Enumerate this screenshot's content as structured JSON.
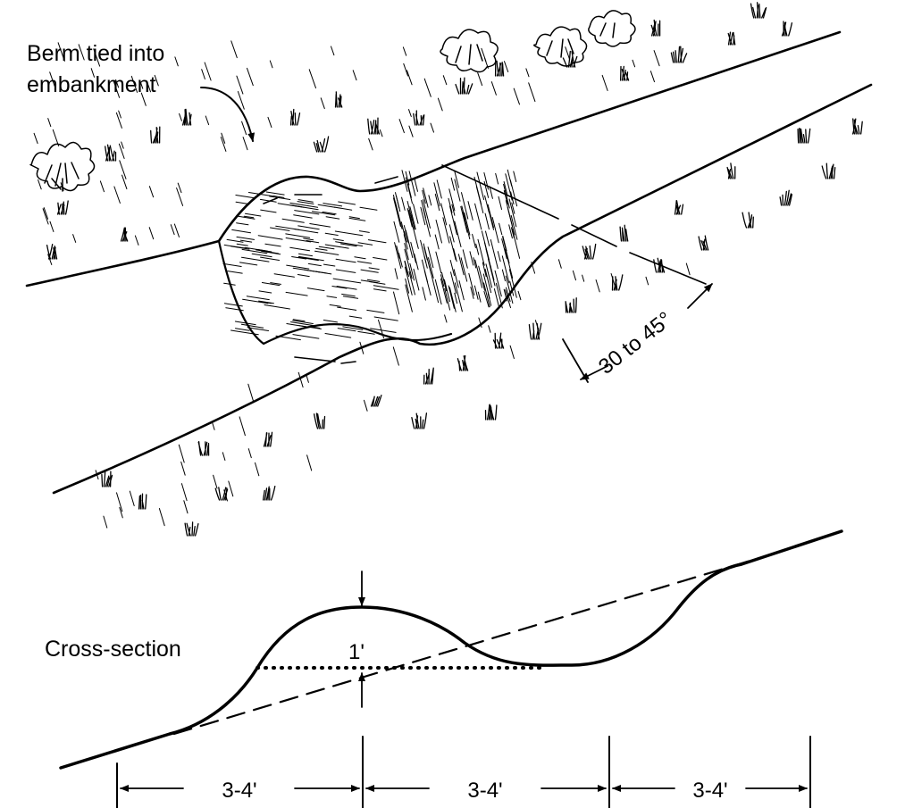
{
  "labels": {
    "berm_callout_line1": "Berm tied into",
    "berm_callout_line2": "embankment",
    "angle": "30 to 45°",
    "cross_section": "Cross-section",
    "berm_height": "1'",
    "span_1": "3-4'",
    "span_2": "3-4'",
    "span_3": "3-4'"
  }
}
